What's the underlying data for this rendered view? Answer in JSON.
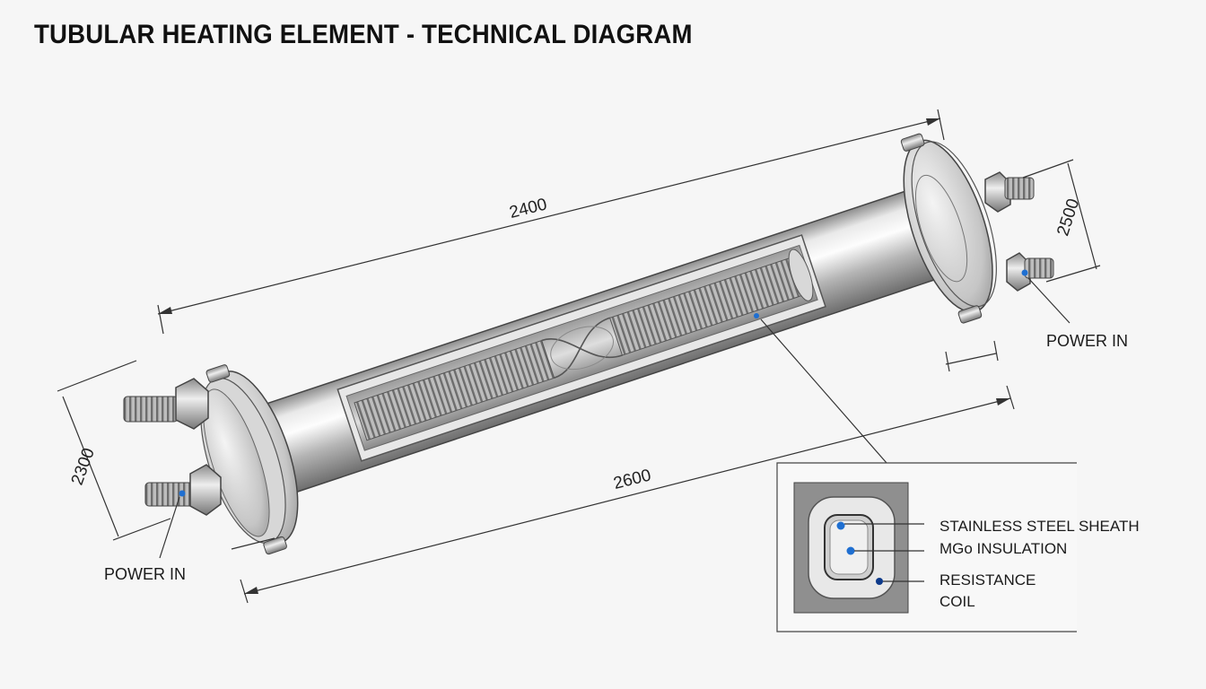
{
  "title": "TUBULAR HEATING ELEMENT - TECHNICAL DIAGRAM",
  "dimensions": {
    "overall_length_top": "2400",
    "overall_length_bottom": "2600",
    "left_end_height": "2300",
    "right_end_height": "2500"
  },
  "labels": {
    "power_in_left": "POWER IN",
    "power_in_right": "POWER IN"
  },
  "cross_section": {
    "sheath": "STAINLESS STEEL SHEATH",
    "insulation": "MGo INSULATION",
    "coil_line1": "RESISTANCE",
    "coil_line2": "COIL"
  },
  "colors": {
    "background": "#f6f6f6",
    "callout_dot": "#1f6fd1",
    "line": "#333333",
    "metal": "#b9b9b9"
  }
}
